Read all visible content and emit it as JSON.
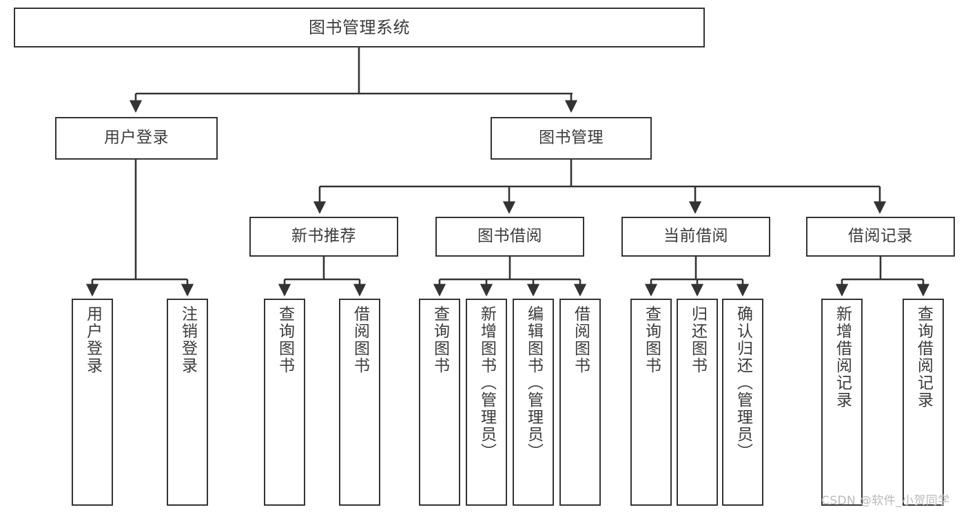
{
  "diagram": {
    "title": "图书管理系统",
    "type": "tree-hierarchy-chart",
    "colors": {
      "box_border": "#333333",
      "box_fill": "#ffffff",
      "connector": "#333333",
      "text": "#3b3b3b",
      "watermark": "#b9b9b9",
      "canvas": "#ffffff"
    },
    "watermark": "CSDN @软件_小贺同学",
    "levels": {
      "root": {
        "label": "图书管理系统"
      },
      "level1": [
        {
          "id": "user-login",
          "label": "用户登录"
        },
        {
          "id": "book-manage",
          "label": "图书管理"
        }
      ],
      "level2": [
        {
          "id": "new-book-recommend",
          "label": "新书推荐",
          "parent": "book-manage"
        },
        {
          "id": "book-borrow",
          "label": "图书借阅",
          "parent": "book-manage"
        },
        {
          "id": "current-borrow",
          "label": "当前借阅",
          "parent": "book-manage"
        },
        {
          "id": "borrow-record",
          "label": "借阅记录",
          "parent": "book-manage"
        }
      ],
      "leaves": [
        {
          "id": "leaf-user-login",
          "label": "用户登录",
          "parent": "user-login"
        },
        {
          "id": "leaf-logout",
          "label": "注销登录",
          "parent": "user-login"
        },
        {
          "id": "leaf-query-book-1",
          "label": "查询图书",
          "parent": "new-book-recommend"
        },
        {
          "id": "leaf-borrow-book-1",
          "label": "借阅图书",
          "parent": "new-book-recommend"
        },
        {
          "id": "leaf-query-book-2",
          "label": "查询图书",
          "parent": "book-borrow"
        },
        {
          "id": "leaf-add-book",
          "label": "新增图书（管理员）",
          "parent": "book-borrow"
        },
        {
          "id": "leaf-edit-book",
          "label": "编辑图书（管理员）",
          "parent": "book-borrow"
        },
        {
          "id": "leaf-borrow-book-2",
          "label": "借阅图书",
          "parent": "book-borrow"
        },
        {
          "id": "leaf-query-book-3",
          "label": "查询图书",
          "parent": "current-borrow"
        },
        {
          "id": "leaf-return-book",
          "label": "归还图书",
          "parent": "current-borrow"
        },
        {
          "id": "leaf-confirm-return",
          "label": "确认归还（管理员）",
          "parent": "current-borrow"
        },
        {
          "id": "leaf-add-record",
          "label": "新增借阅记录",
          "parent": "borrow-record"
        },
        {
          "id": "leaf-query-record",
          "label": "查询借阅记录",
          "parent": "borrow-record"
        }
      ]
    }
  }
}
